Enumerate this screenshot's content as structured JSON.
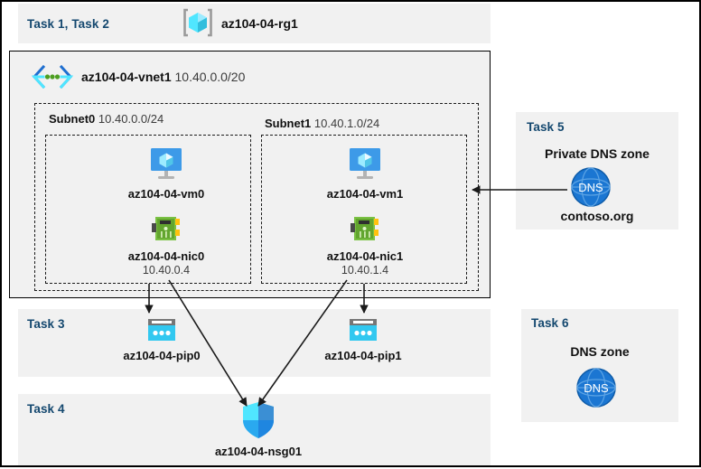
{
  "resource_group": {
    "task_label": "Task 1, Task 2",
    "name": "az104-04-rg1",
    "icon": "resource-group-icon"
  },
  "vnet": {
    "name": "az104-04-vnet1",
    "address_space": "10.40.0.0/20",
    "icon": "virtual-network-icon"
  },
  "subnets": [
    {
      "name": "Subnet0",
      "cidr": "10.40.0.0/24",
      "vm": {
        "name": "az104-04-vm0",
        "icon": "virtual-machine-icon"
      },
      "nic": {
        "name": "az104-04-nic0",
        "ip": "10.40.0.4",
        "icon": "network-interface-icon"
      }
    },
    {
      "name": "Subnet1",
      "cidr": "10.40.1.0/24",
      "vm": {
        "name": "az104-04-vm1",
        "icon": "virtual-machine-icon"
      },
      "nic": {
        "name": "az104-04-nic1",
        "ip": "10.40.1.4",
        "icon": "network-interface-icon"
      }
    }
  ],
  "public_ips": {
    "task_label": "Task 3",
    "items": [
      {
        "name": "az104-04-pip0",
        "icon": "public-ip-address-icon"
      },
      {
        "name": "az104-04-pip1",
        "icon": "public-ip-address-icon"
      }
    ]
  },
  "nsg": {
    "task_label": "Task 4",
    "name": "az104-04-nsg01",
    "icon": "network-security-group-icon"
  },
  "private_dns": {
    "task_label": "Task 5",
    "title": "Private DNS zone",
    "zone_name": "contoso.org",
    "icon": "dns-zone-icon",
    "icon_text": "DNS"
  },
  "public_dns": {
    "task_label": "Task 6",
    "title": "DNS zone",
    "icon": "dns-zone-icon",
    "icon_text": "DNS"
  },
  "colors": {
    "task_text": "#14486f",
    "panel_bg": "#f1f1f1",
    "azure_blue": "#0078d4",
    "cyan": "#32c8f0",
    "nic_green": "#6fbb2a",
    "dns_blue": "#1b76d2"
  }
}
